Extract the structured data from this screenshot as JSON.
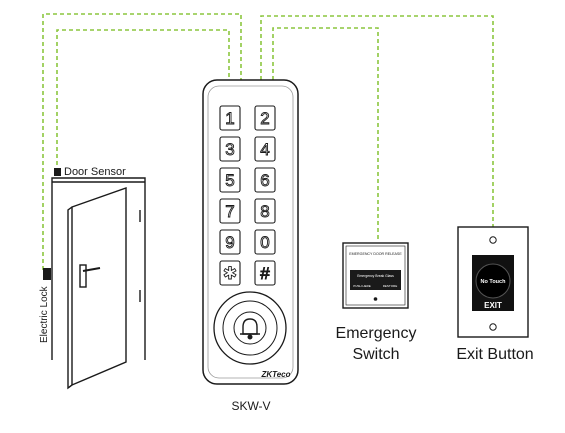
{
  "labels": {
    "door_sensor": "Door Sensor",
    "electric_lock": "Electric Lock",
    "emergency_line1": "Emergency",
    "emergency_line2": "Switch",
    "exit_button": "Exit Button",
    "model": "SKW-V"
  },
  "keypad": {
    "keys": [
      "1",
      "2",
      "3",
      "4",
      "5",
      "6",
      "7",
      "8",
      "9",
      "0",
      "✱",
      "#"
    ],
    "brand": "ZKTeco"
  },
  "emergency_panel": {
    "top_text": "EMERGENCY DOOR RELEASE",
    "middle_text": "Emergency Break Glass",
    "left_text": "PUSH HERE",
    "right_text": "RESTORE"
  },
  "exit_panel": {
    "button_text": "No Touch",
    "caption": "EXIT"
  },
  "colors": {
    "wire": "#8cc63f",
    "outline": "#1a1a1a"
  }
}
